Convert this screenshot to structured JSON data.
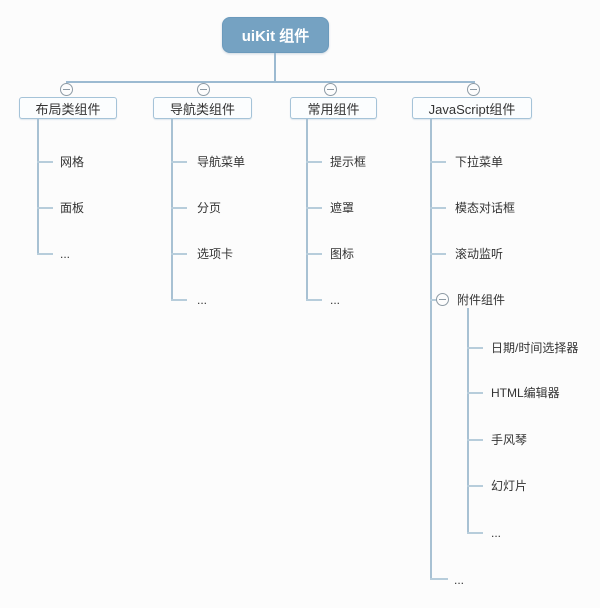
{
  "root": {
    "label": "uiKit 组件"
  },
  "branches": [
    {
      "label": "布局类组件",
      "children": [
        {
          "label": "网格"
        },
        {
          "label": "面板"
        },
        {
          "label": "..."
        }
      ]
    },
    {
      "label": "导航类组件",
      "children": [
        {
          "label": "导航菜单"
        },
        {
          "label": "分页"
        },
        {
          "label": "选项卡"
        },
        {
          "label": "..."
        }
      ]
    },
    {
      "label": "常用组件",
      "children": [
        {
          "label": "提示框"
        },
        {
          "label": "遮罩"
        },
        {
          "label": "图标"
        },
        {
          "label": "..."
        }
      ]
    },
    {
      "label": "JavaScript组件",
      "children": [
        {
          "label": "下拉菜单"
        },
        {
          "label": "模态对话框"
        },
        {
          "label": "滚动监听"
        },
        {
          "label": "附件组件",
          "children": [
            {
              "label": "日期/时间选择器"
            },
            {
              "label": "HTML编辑器"
            },
            {
              "label": "手风琴"
            },
            {
              "label": "幻灯片"
            },
            {
              "label": "..."
            }
          ]
        },
        {
          "label": "..."
        }
      ]
    }
  ],
  "colors": {
    "root_fill": "#75a2c2",
    "root_border": "#6b9abc",
    "branch_border": "#a5c3d8",
    "connector": "#9cbad1",
    "tick": "#b7cddb",
    "toggle": "#8e9ba5",
    "text": "#333333"
  }
}
